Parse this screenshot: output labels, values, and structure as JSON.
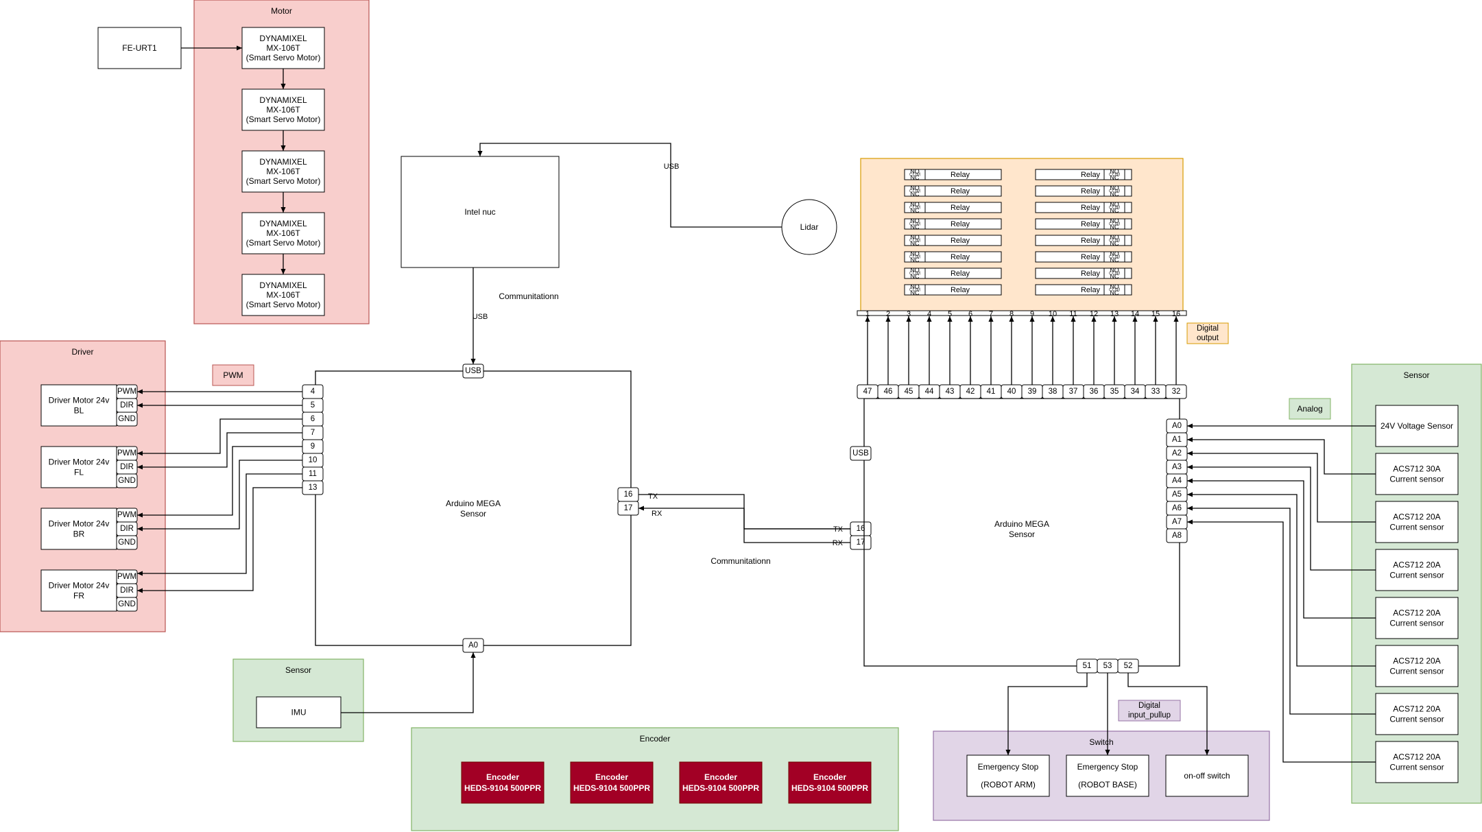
{
  "groups": {
    "motor": {
      "title": "Motor",
      "fill": "#f8cecc",
      "stroke": "#b85450"
    },
    "driver": {
      "title": "Driver",
      "fill": "#f8cecc",
      "stroke": "#b85450"
    },
    "sensor_imu": {
      "title": "Sensor",
      "fill": "#d5e8d4",
      "stroke": "#82b366"
    },
    "encoder": {
      "title": "Encoder",
      "fill": "#d5e8d4",
      "stroke": "#82b366"
    },
    "relay_board": {
      "title": "",
      "fill": "#ffe6cc",
      "stroke": "#d79b00"
    },
    "switch": {
      "title": "Switch",
      "fill": "#e1d5e7",
      "stroke": "#9673a6"
    },
    "sensor_right": {
      "title": "Sensor",
      "fill": "#d5e8d4",
      "stroke": "#82b366"
    }
  },
  "fe_urt": "FE-URT1",
  "servo": {
    "line1": "DYNAMIXEL",
    "line2": "MX-106T",
    "line3": "(Smart Servo Motor)"
  },
  "drivers": [
    {
      "line1": "Driver Motor 24v",
      "line2": "BL"
    },
    {
      "line1": "Driver Motor 24v",
      "line2": "FL"
    },
    {
      "line1": "Driver Motor 24v",
      "line2": "BR"
    },
    {
      "line1": "Driver Motor 24v",
      "line2": "FR"
    }
  ],
  "driver_pins": [
    "PWM",
    "DIR",
    "GND"
  ],
  "pwm_label": "PWM",
  "intel_nuc": "Intel nuc",
  "lidar": "Lidar",
  "usb": "USB",
  "communication": "Communitationn",
  "arduino_left": {
    "line1": "Arduino MEGA",
    "line2": "Sensor"
  },
  "arduino_right": {
    "line1": "Arduino MEGA",
    "line2": "Sensor"
  },
  "left_pwm_pins": [
    "4",
    "5",
    "6",
    "7",
    "9",
    "10",
    "11",
    "13"
  ],
  "left_serial_pins": [
    "16",
    "17"
  ],
  "left_a0": "A0",
  "tx": "TX",
  "rx": "RX",
  "right_serial_pins": [
    "16",
    "17"
  ],
  "imu": "IMU",
  "encoder_label": {
    "line1": "Encoder",
    "line2": "HEDS-9104 500PPR"
  },
  "encoder_fill": "#a20025",
  "relay": "Relay",
  "relay_no": "NO",
  "relay_nc": "NC",
  "relay_com": "COM",
  "relay_inputs": [
    "1",
    "2",
    "3",
    "4",
    "5",
    "6",
    "7",
    "8",
    "9",
    "10",
    "11",
    "12",
    "13",
    "14",
    "15",
    "16"
  ],
  "digital_output": {
    "line1": "Digital",
    "line2": "output"
  },
  "digital_out_pins": [
    "47",
    "46",
    "45",
    "44",
    "43",
    "42",
    "41",
    "40",
    "39",
    "38",
    "37",
    "36",
    "35",
    "34",
    "33",
    "32"
  ],
  "analog_label": "Analog",
  "analog_pins": [
    "A0",
    "A1",
    "A2",
    "A3",
    "A4",
    "A5",
    "A6",
    "A7",
    "A8"
  ],
  "sensors": [
    {
      "line1": "24V Voltage Sensor",
      "line2": ""
    },
    {
      "line1": "ACS712 30A",
      "line2": "Current sensor"
    },
    {
      "line1": "ACS712 20A",
      "line2": "Current sensor"
    },
    {
      "line1": "ACS712 20A",
      "line2": "Current sensor"
    },
    {
      "line1": "ACS712 20A",
      "line2": "Current sensor"
    },
    {
      "line1": "ACS712 20A",
      "line2": "Current sensor"
    },
    {
      "line1": "ACS712 20A",
      "line2": "Current sensor"
    },
    {
      "line1": "ACS712 20A",
      "line2": "Current sensor"
    }
  ],
  "switch_pins": [
    "51",
    "53",
    "52"
  ],
  "digital_input": {
    "line1": "Digital",
    "line2": "input_pullup"
  },
  "switches": [
    {
      "line1": "Emergency Stop",
      "line2": "(ROBOT ARM)"
    },
    {
      "line1": "Emergency Stop",
      "line2": "(ROBOT BASE)"
    },
    {
      "line1": "on-off switch",
      "line2": ""
    }
  ]
}
